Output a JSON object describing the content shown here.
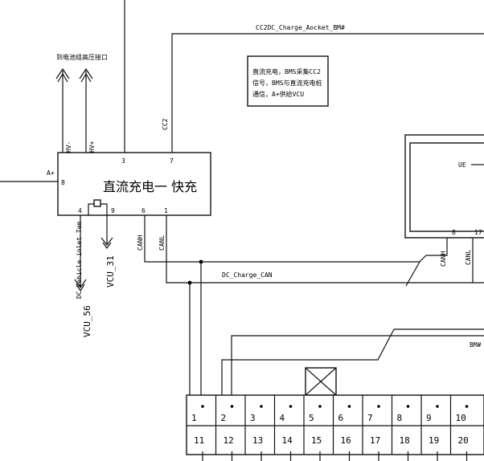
{
  "colors": {
    "line": "#111111",
    "background": "#ffffff"
  },
  "module": {
    "title": "直流充电一 快充",
    "pins": {
      "hv_minus": "HV-",
      "hv_plus": "HV+",
      "p3": "3",
      "p7": "7",
      "p8": "8",
      "p4": "4",
      "p9": "9",
      "p6": "6",
      "p1": "1"
    }
  },
  "labels": {
    "cc2_net": "CC2DC_Charge_Aocket_BM#",
    "cc2": "CC2",
    "a_plus": "A+",
    "top_left": "到电池组高压接口",
    "canh": "CANH",
    "canl": "CANL",
    "can_net": "DC_Charge_CAN",
    "dc_temp": "DC Vehicle inlet Tem",
    "vcu56": "VCU_56",
    "vcu31": "VCU_31",
    "bms_net": "BM#",
    "ue": "UE",
    "right_canh": "CANH",
    "right_canl": "CANL",
    "right_p8": "8",
    "right_p17": "17"
  },
  "note": {
    "line1": "直流充电，BMS采集CC2",
    "line2": "信号，BMS与直流充电桩",
    "line3": "通信，A+供给VCU"
  },
  "connector": {
    "top": [
      "1",
      "2",
      "3",
      "4",
      "5",
      "6",
      "7",
      "8",
      "9",
      "10"
    ],
    "bottom": [
      "11",
      "12",
      "13",
      "14",
      "15",
      "16",
      "17",
      "18",
      "19",
      "20"
    ]
  }
}
